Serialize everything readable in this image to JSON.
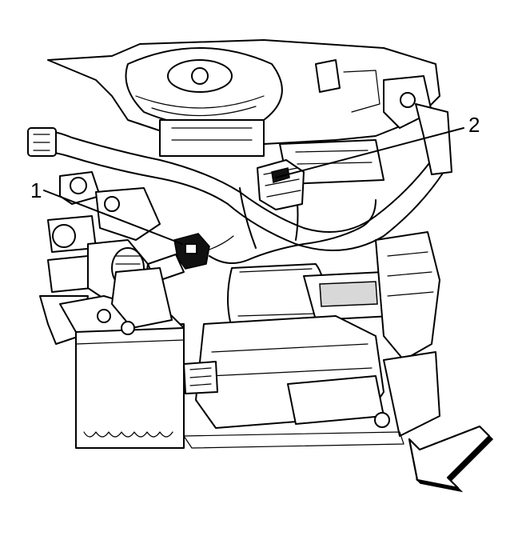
{
  "callouts": [
    {
      "id": "1",
      "label": "1"
    },
    {
      "id": "2",
      "label": "2"
    }
  ],
  "direction_arrow": {
    "icon": "direction-arrow-icon"
  }
}
